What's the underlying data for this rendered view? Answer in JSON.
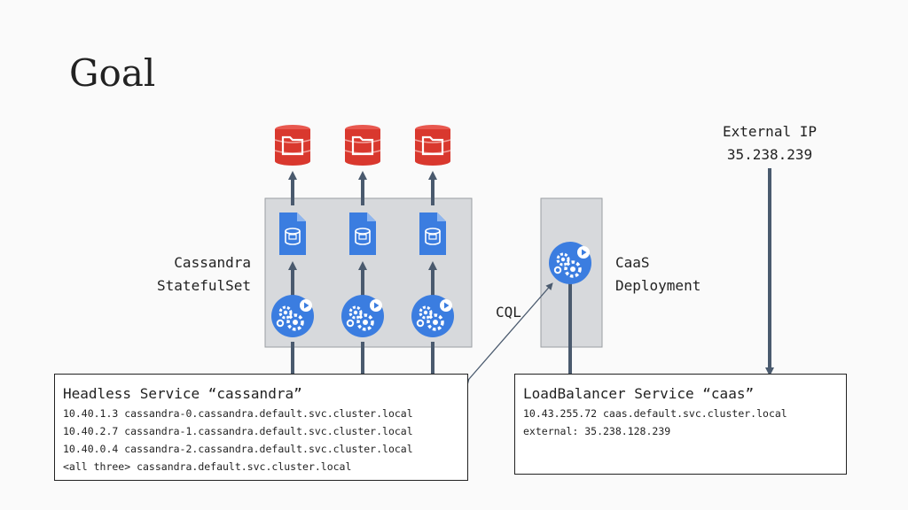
{
  "slide": {
    "title": "Goal"
  },
  "labels": {
    "statefulset": [
      "Cassandra",
      "StatefulSet"
    ],
    "deployment": [
      "CaaS",
      "Deployment"
    ],
    "external_ip": [
      "External IP",
      "35.238.239"
    ],
    "cql": "CQL"
  },
  "headless_service": {
    "title": "Headless Service “cassandra”",
    "lines": [
      "10.40.1.3 cassandra-0.cassandra.default.svc.cluster.local",
      "10.40.2.7 cassandra-1.cassandra.default.svc.cluster.local",
      "10.40.0.4 cassandra-2.cassandra.default.svc.cluster.local",
      "<all three> cassandra.default.svc.cluster.local"
    ]
  },
  "loadbalancer_service": {
    "title": "LoadBalancer Service “caas”",
    "lines": [
      "10.43.255.72 caas.default.svc.cluster.local",
      "",
      "external: 35.238.128.239"
    ]
  },
  "icons": {
    "storage": "database-folder-icon",
    "volume": "volume-claim-icon",
    "pod": "pod-gears-icon"
  },
  "colors": {
    "storage_red": "#d9382e",
    "kube_blue": "#3b7de0",
    "arrow": "#4a5a6e",
    "group_box": "#d7d9dc"
  }
}
